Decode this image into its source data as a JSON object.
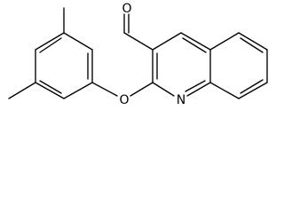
{
  "atoms": {
    "aldehyde_oxygen": "O",
    "ether_oxygen": "O",
    "ring_nitrogen": "N"
  }
}
